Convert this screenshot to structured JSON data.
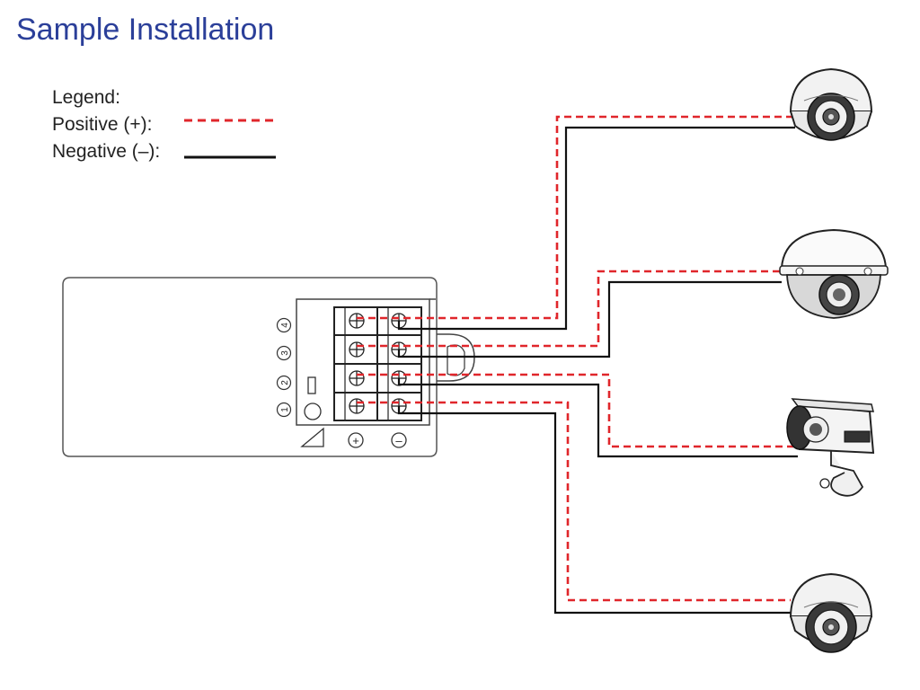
{
  "title": "Sample Installation",
  "legend": {
    "heading": "Legend:",
    "positive_label": "Positive (+):",
    "negative_label": "Negative (–):"
  },
  "colors": {
    "positive": "#e0262b",
    "negative": "#111111",
    "title": "#2b3f99"
  },
  "terminal_block": {
    "channels": [
      "1",
      "2",
      "3",
      "4"
    ],
    "polarity": [
      "+",
      "–"
    ]
  },
  "cameras": [
    {
      "type": "dome-camera",
      "channel": "4"
    },
    {
      "type": "dome-camera",
      "channel": "3"
    },
    {
      "type": "bullet-camera",
      "channel": "2"
    },
    {
      "type": "dome-camera",
      "channel": "1"
    }
  ]
}
